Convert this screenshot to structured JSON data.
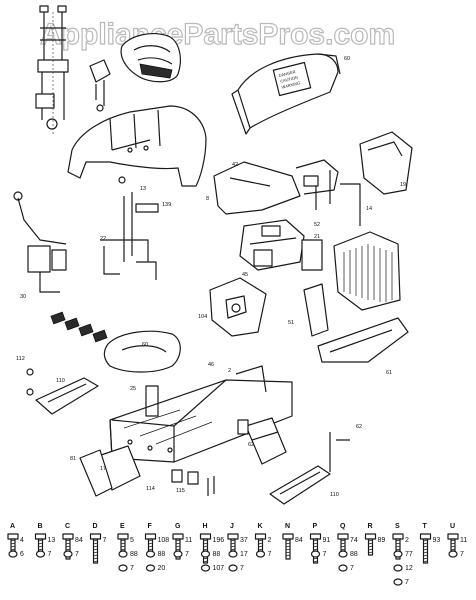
{
  "watermark": "AppliancePartsPros.com",
  "callouts": {
    "c1": "60",
    "c2": "42",
    "c3": "19",
    "c4": "22",
    "c5": "8",
    "c6": "139",
    "c7": "13",
    "c8": "52",
    "c9": "21",
    "c10": "60",
    "c11": "14",
    "c12": "30",
    "c13": "104",
    "c14": "51",
    "c15": "45",
    "c16": "46",
    "c17": "2",
    "c18": "62",
    "c19": "61",
    "c20": "112",
    "c21": "110",
    "c22": "25",
    "c23": "114",
    "c24": "115",
    "c25": "110",
    "c26": "81",
    "c27": "62",
    "c28": "17"
  },
  "hardware": [
    {
      "letter": "A",
      "nums": [
        "4",
        "6"
      ]
    },
    {
      "letter": "B",
      "nums": [
        "13",
        "7"
      ]
    },
    {
      "letter": "C",
      "nums": [
        "84",
        "7"
      ]
    },
    {
      "letter": "D",
      "nums": [
        "7"
      ]
    },
    {
      "letter": "E",
      "nums": [
        "5",
        "88",
        "7"
      ]
    },
    {
      "letter": "F",
      "nums": [
        "108",
        "88",
        "20"
      ]
    },
    {
      "letter": "G",
      "nums": [
        "11",
        "7"
      ]
    },
    {
      "letter": "H",
      "nums": [
        "196",
        "88",
        "107"
      ]
    },
    {
      "letter": "J",
      "nums": [
        "37",
        "17",
        "7"
      ]
    },
    {
      "letter": "K",
      "nums": [
        "2",
        "7"
      ]
    },
    {
      "letter": "N",
      "nums": [
        "84"
      ]
    },
    {
      "letter": "P",
      "nums": [
        "91",
        "7"
      ]
    },
    {
      "letter": "Q",
      "nums": [
        "74",
        "88",
        "7"
      ]
    },
    {
      "letter": "R",
      "nums": [
        "89"
      ]
    },
    {
      "letter": "S",
      "nums": [
        "2",
        "77",
        "12",
        "7"
      ]
    },
    {
      "letter": "T",
      "nums": [
        "93"
      ]
    },
    {
      "letter": "U",
      "nums": [
        "11",
        "7"
      ]
    }
  ]
}
